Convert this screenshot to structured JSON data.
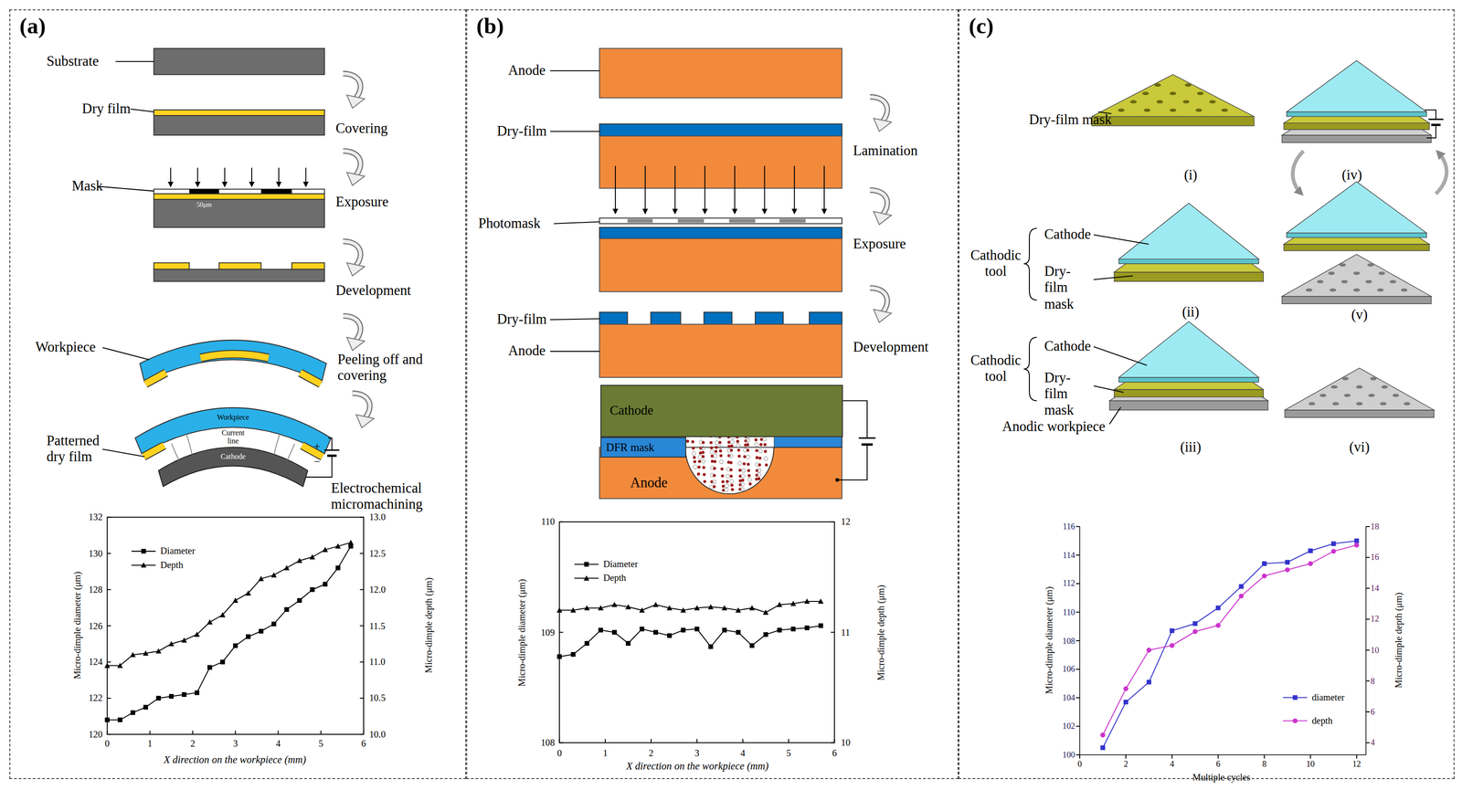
{
  "diagram": {
    "nodes": [
      {
        "text": [
          "(a)"
        ]
      },
      {
        "text": [
          "(b)"
        ]
      },
      {
        "text": [
          "Cathode"
        ],
        "in": 1
      },
      {
        "text": [
          "DFR mask"
        ],
        "in": 1
      },
      {
        "text": [
          "Anode"
        ],
        "in": 1
      },
      {
        "text": [
          "(c)"
        ]
      }
    ],
    "labels": [
      "Substrate",
      "Dry film",
      "Mask",
      "50μm",
      "Covering",
      "Exposure",
      "Development",
      "Workpiece",
      "Peeling off and covering",
      "Patterned dry film",
      "Workpiece",
      "Current line",
      "Cathode",
      "+",
      "−",
      "Electrochemical micromachining",
      "120",
      "122",
      "124",
      "126",
      "128",
      "130",
      "132",
      "10.0",
      "10.5",
      "11.0",
      "11.5",
      "12.0",
      "12.5",
      "13.0",
      "0",
      "1",
      "2",
      "3",
      "4",
      "5",
      "6",
      "Micro-dimple diameter (μm)",
      "Micro-dimple depth (μm)",
      "X direction on the workpiece (mm)",
      "Anode",
      "Dry-film",
      "Lamination",
      "Photomask",
      "Exposure",
      "Dry-film",
      "Anode",
      "Development",
      "108",
      "109",
      "110",
      "10",
      "11",
      "12",
      "0",
      "1",
      "2",
      "3",
      "4",
      "5",
      "6",
      "Micro-dimple diameter (μm)",
      "Micro-dimple depth (μm)",
      "X direction on the workpiece (mm)",
      "Dry-film mask",
      "(i)",
      "(iv)",
      "Cathodic tool",
      "Cathode",
      "Dry-film mask",
      "(ii)",
      "(v)",
      "Cathodic tool",
      "Cathode",
      "Dry-film mask",
      "Anodic workpiece",
      "(iii)",
      "(vi)",
      "100",
      "102",
      "104",
      "106",
      "108",
      "110",
      "112",
      "114",
      "116",
      "4",
      "6",
      "8",
      "10",
      "12",
      "14",
      "16",
      "18",
      "0",
      "2",
      "4",
      "6",
      "8",
      "10",
      "12",
      "Micro-dimple diameter (μm)",
      "Micro-dimple depth (μm)",
      "Multiple cycles"
    ],
    "legend": [
      {
        "text": "Diameter"
      },
      {
        "text": "Depth"
      },
      {
        "text": "Diameter"
      },
      {
        "text": "Depth"
      },
      {
        "text": "diameter"
      },
      {
        "text": "depth"
      }
    ]
  }
}
